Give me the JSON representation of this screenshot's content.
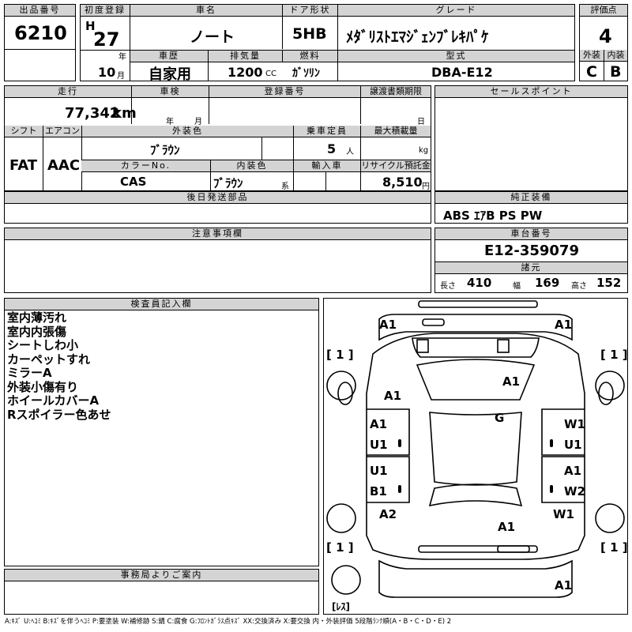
{
  "header": {
    "lot_label": "出品番号",
    "lot_no": "6210",
    "reg_label": "初度登録",
    "era": "H",
    "reg_year": "27",
    "year_unit": "年",
    "reg_month": "10",
    "month_unit": "月",
    "name_label": "車名",
    "name": "ノート",
    "history_label": "車歴",
    "history": "自家用",
    "disp_label": "排気量",
    "disp": "1200",
    "disp_unit": "CC",
    "door_label": "ドア形状",
    "door": "5HB",
    "fuel_label": "燃料",
    "fuel": "ｶﾞｿﾘﾝ",
    "grade_label": "グレード",
    "grade": "ﾒﾀﾞﾘｽﾄｴﾏｼﾞｪﾝﾌﾞﾚｷﾊﾟｹ",
    "model_label": "型式",
    "model": "DBA-E12",
    "score_label": "評価点",
    "score": "4",
    "ext_label": "外装",
    "ext": "C",
    "int_label": "内装",
    "int": "B"
  },
  "mid": {
    "mileage_label": "走行",
    "mileage": "77,342",
    "mileage_unit": "km",
    "inspection_label": "車検",
    "insp_year_unit": "年",
    "insp_month_unit": "月",
    "regno_label": "登録番号",
    "transfer_label": "譲渡書類期限",
    "day_unit": "日",
    "shift_label": "シフト",
    "shift": "FAT",
    "ac_label": "エアコン",
    "ac": "AAC",
    "color_label": "外装色",
    "color": "ﾌﾞﾗｳﾝ",
    "capacity_label": "乗車定員",
    "capacity": "5",
    "capacity_unit": "人",
    "load_label": "最大積載量",
    "load_unit": "kg",
    "colorno_label": "カラーNo.",
    "colorno": "CAS",
    "intcolor_label": "内装色",
    "intcolor": "ﾌﾞﾗｳﾝ",
    "intcolor_unit": "系",
    "import_label": "輸入車",
    "recycle_label": "リサイクル預託金",
    "recycle": "8,510",
    "recycle_unit": "円",
    "sales_label": "セールスポイント",
    "parts_label": "後日発送部品",
    "equip_label": "純正装備",
    "equip": "ABS ｴｱB PS PW",
    "notes_label": "注意事項欄",
    "chassis_label": "車台番号",
    "chassis": "E12-359079",
    "spec_label": "諸元",
    "length_label": "長さ",
    "length": "410",
    "width_label": "幅",
    "width": "169",
    "height_label": "高さ",
    "height": "152"
  },
  "inspector": {
    "label": "検査員記入欄",
    "notes": [
      "室内薄汚れ",
      "室内内張傷",
      "シートしわ小",
      "カーペットすれ",
      "ミラーA",
      "外装小傷有り",
      "ホイールカバーA",
      "Rスポイラー色あせ"
    ]
  },
  "office": {
    "label": "事務局よりご案内"
  },
  "diagram": {
    "marks": {
      "front_bumper_left": "A1",
      "front_bumper_right": "A1",
      "wheel_fl": "[ 1 ]",
      "wheel_fr": "[ 1 ]",
      "fender_fl": "A1",
      "hood": "A1",
      "roof": "G",
      "door_fl_a": "A1",
      "door_fl_b": "U1",
      "door_fr_a": "W1",
      "door_fr_b": "U1",
      "door_rl_a": "U1",
      "door_rl_b": "B1",
      "door_rr_a": "A1",
      "door_rr_b": "W2",
      "quarter_rl": "A2",
      "quarter_rr": "W1",
      "trunk": "A1",
      "wheel_rl": "[ 1 ]",
      "wheel_rr": "[ 1 ]",
      "rear_bumper": "A1",
      "spare": "[ﾚｽ]"
    }
  },
  "legend": "A:ｷｽﾞ U:ﾍｺﾐ B:ｷｽﾞを伴うﾍｺﾐ P:要塗装 W:補修跡 S:錆 C:腐食 G:ﾌﾛﾝﾄｶﾞﾗｽ点ｷｽﾞ XX:交換済み X:要交換 内・外装評価 5段階ﾗﾝｸ順(A・B・C・D・E) 2"
}
